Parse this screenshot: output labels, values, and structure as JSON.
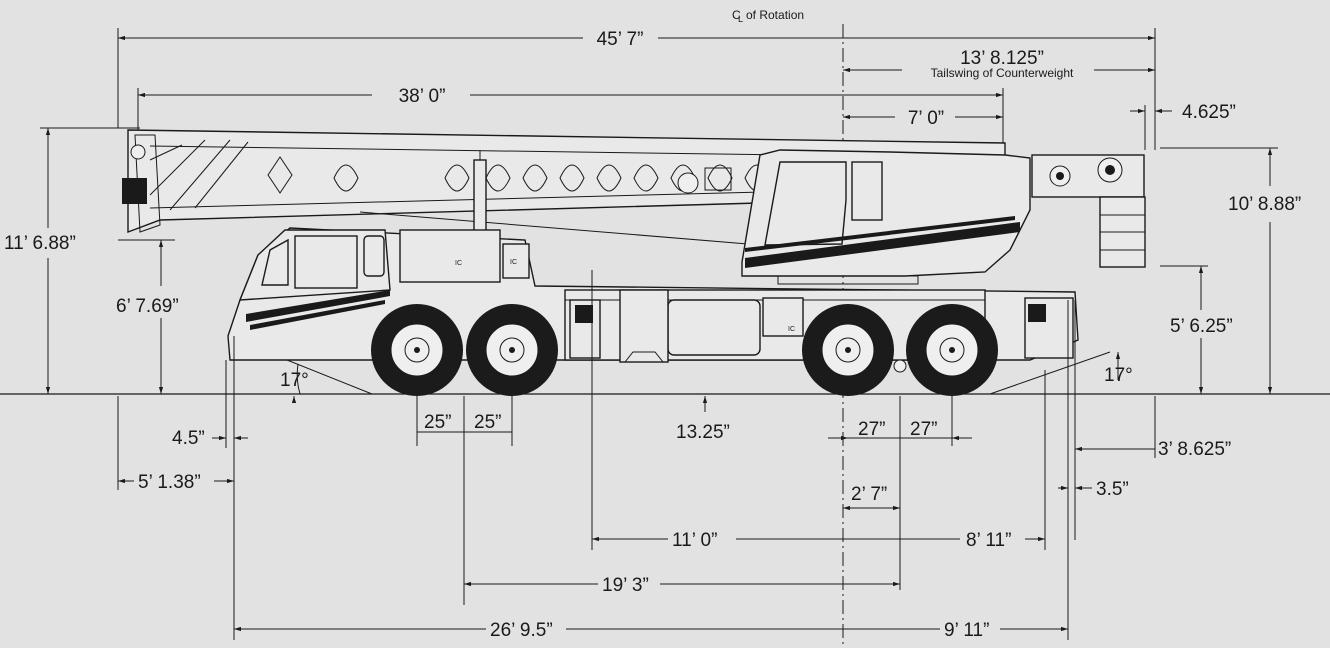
{
  "colors": {
    "background": "#e2e2e3",
    "line": "#1a1a1a",
    "vehicle_fill": "#e9e9ea",
    "tire": "#1b1b1b"
  },
  "labels": {
    "cl_symbol": "C",
    "cl_sub": "L",
    "cl_text": "of Rotation",
    "overall_length": "45’ 7”",
    "tailswing": "13’ 8.125”",
    "tailswing_caption": "Tailswing of Counterweight",
    "boom_length": "38’ 0”",
    "boom_to_cl": "7’ 0”",
    "rear_offset": "4.625”",
    "left_height": "11’ 6.88”",
    "right_height": "10’ 8.88”",
    "nose_height": "6’ 7.69”",
    "rear_height": "5’ 6.25”",
    "front_angle": "17°",
    "rear_angle": "17°",
    "clearance": "13.25”",
    "axle_front_a": "25”",
    "axle_front_b": "25”",
    "axle_rear_a": "27”",
    "axle_rear_b": "27”",
    "front_4_5": "4.5”",
    "front_overhang": "5’ 1.38”",
    "rear_3_8": "3’ 8.625”",
    "rear_3_5": "3.5”",
    "cl_offset": "2’ 7”",
    "span_11_0": "11’ 0”",
    "span_8_11": "8’ 11”",
    "span_19_3": "19’ 3”",
    "span_26_9": "26’ 9.5”",
    "span_9_11": "9’ 11”",
    "cab_badge_a": "IC",
    "cab_badge_b": "IC",
    "cab_badge_c": "IC"
  }
}
